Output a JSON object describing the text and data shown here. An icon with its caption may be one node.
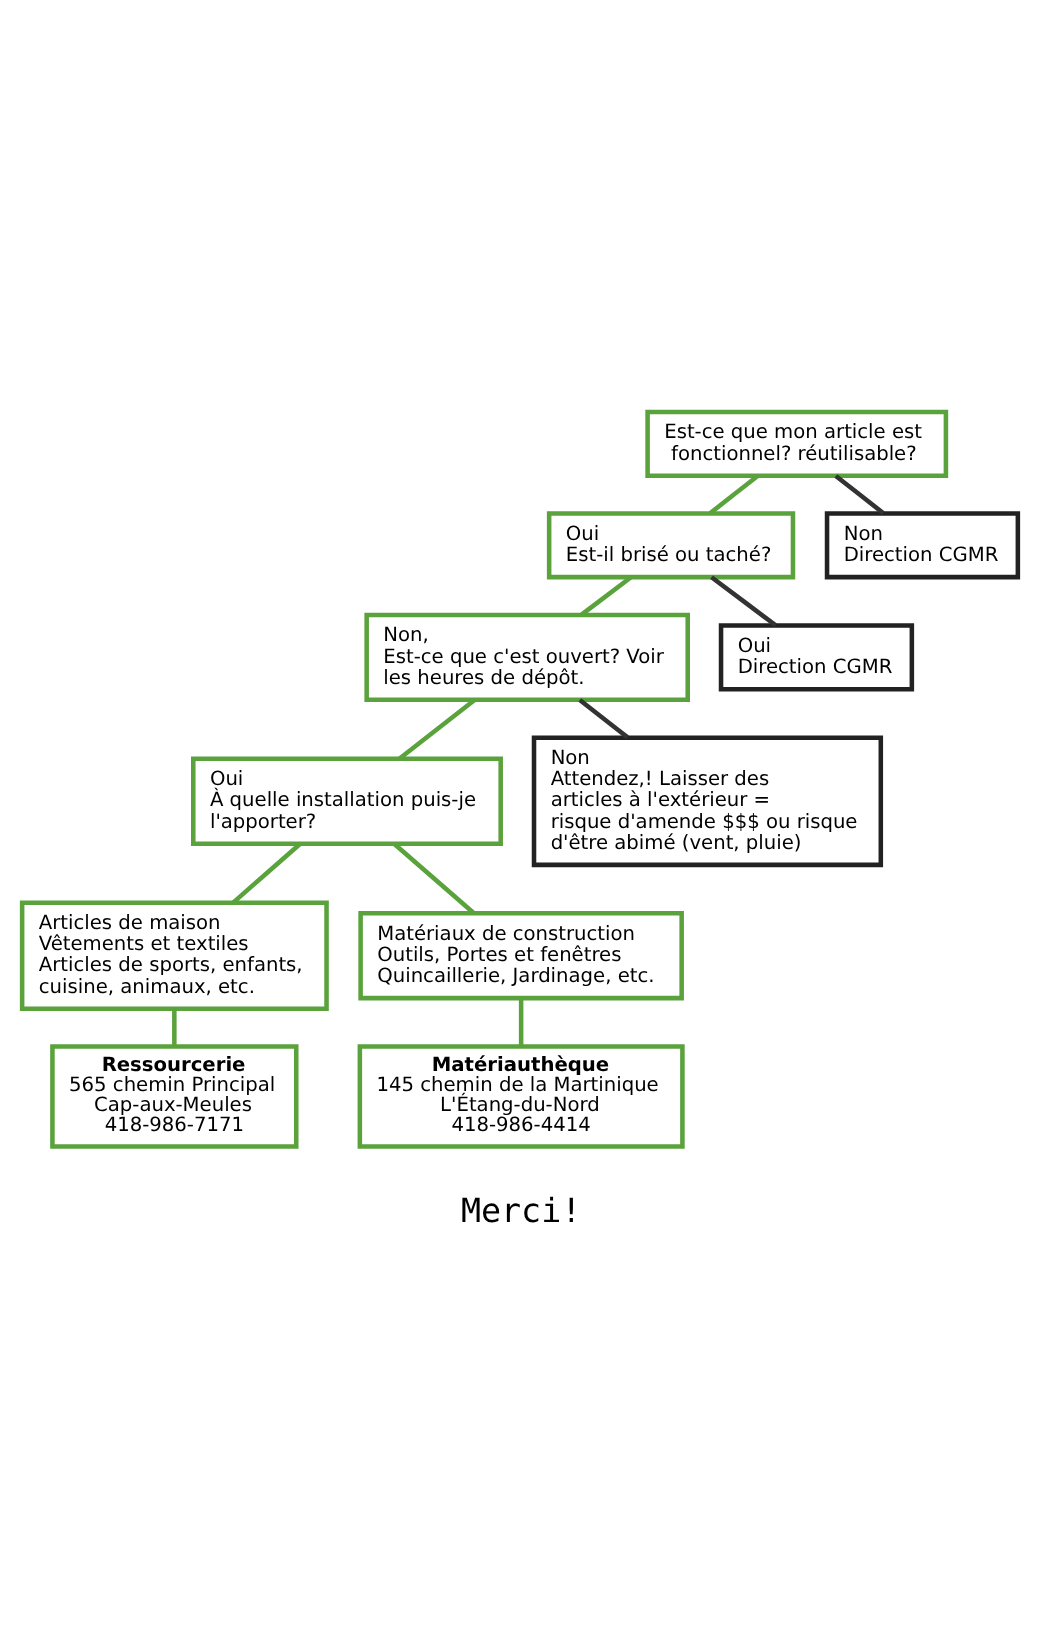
{
  "diagram": {
    "nodes": [
      {
        "text": [
          "Est-ce que mon article est fonctionnel? réutilisable?"
        ]
      },
      {
        "text": [
          "Oui",
          "Est-il brisé ou taché?"
        ]
      },
      {
        "text": [
          "Non",
          "Direction CGMR"
        ]
      },
      {
        "text": [
          "Non,",
          "Est-ce que c'est ouvert? Voir les heures de dépôt."
        ]
      },
      {
        "text": [
          "Oui",
          "Direction CGMR"
        ]
      },
      {
        "text": [
          "Oui",
          "À quelle installation puis-je l'apporter?"
        ]
      },
      {
        "text": [
          "Non",
          "Attendez,! Laisser des articles à l'extérieur = risque d'amende $$$ ou risque d'être abimé (vent, pluie)"
        ]
      },
      {
        "text": [
          "Articles de maison",
          "Vêtements et textiles",
          "Articles de sports, enfants, cuisine, animaux, etc."
        ]
      },
      {
        "text": [
          "Matériaux de construction",
          "Outils, Portes et fenêtres",
          "Quincaillerie, Jardinage, etc."
        ]
      },
      {
        "text": [
          "Ressourcerie",
          "565 chemin Principal",
          "Cap-aux-Meules",
          "418-986-7171"
        ]
      },
      {
        "text": [
          "Matériauthèque",
          "145 chemin de la Martinique",
          "L'Étang-du-Nord",
          "418-986-4414"
        ]
      }
    ],
    "edges": [
      {
        "from": 0,
        "to": 1,
        "arrow": "none"
      },
      {
        "from": 0,
        "to": 2,
        "arrow": "none",
        "color": "#333333"
      },
      {
        "from": 1,
        "to": 3,
        "arrow": "none"
      },
      {
        "from": 1,
        "to": 4,
        "arrow": "none",
        "color": "#333333"
      },
      {
        "from": 3,
        "to": 5,
        "arrow": "none"
      },
      {
        "from": 3,
        "to": 6,
        "arrow": "none",
        "color": "#333333"
      },
      {
        "from": 5,
        "to": 7,
        "arrow": "none"
      },
      {
        "from": 5,
        "to": 8,
        "arrow": "none"
      },
      {
        "from": 7,
        "to": 9,
        "arrow": "none"
      },
      {
        "from": 8,
        "to": 10,
        "arrow": "none"
      }
    ],
    "labels": [
      "Merci!"
    ]
  }
}
